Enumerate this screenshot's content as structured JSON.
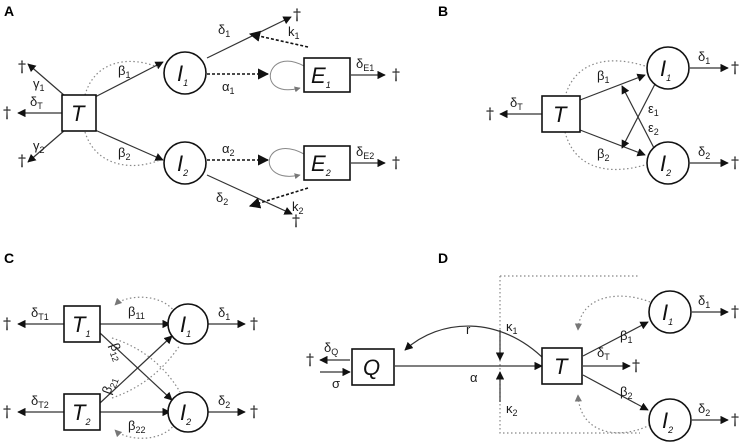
{
  "panels": [
    "A",
    "B",
    "C",
    "D"
  ],
  "death": "†",
  "A": {
    "T": "T",
    "I1": "I",
    "I1_sub": "1",
    "I2": "I",
    "I2_sub": "2",
    "E1": "E",
    "E1_sub": "1",
    "E2": "E",
    "E2_sub": "2",
    "gamma1": "γ",
    "gamma1_sub": "1",
    "gamma2": "γ",
    "gamma2_sub": "2",
    "deltaT": "δ",
    "deltaT_sub": "T",
    "beta1": "β",
    "beta1_sub": "1",
    "beta2": "β",
    "beta2_sub": "2",
    "delta1": "δ",
    "delta1_sub": "1",
    "delta2": "δ",
    "delta2_sub": "2",
    "alpha1": "α",
    "alpha1_sub": "1",
    "alpha2": "α",
    "alpha2_sub": "2",
    "k1": "k",
    "k1_sub": "1",
    "k2": "k",
    "k2_sub": "2",
    "deltaE1": "δ",
    "deltaE1_sub": "E1",
    "deltaE2": "δ",
    "deltaE2_sub": "E2"
  },
  "B": {
    "T": "T",
    "I1": "I",
    "I1_sub": "1",
    "I2": "I",
    "I2_sub": "2",
    "deltaT": "δ",
    "deltaT_sub": "T",
    "beta1": "β",
    "beta1_sub": "1",
    "beta2": "β",
    "beta2_sub": "2",
    "eps1": "ε",
    "eps1_sub": "1",
    "eps2": "ε",
    "eps2_sub": "2",
    "delta1": "δ",
    "delta1_sub": "1",
    "delta2": "δ",
    "delta2_sub": "2"
  },
  "C": {
    "T1": "T",
    "T1_sub": "1",
    "T2": "T",
    "T2_sub": "2",
    "I1": "I",
    "I1_sub": "1",
    "I2": "I",
    "I2_sub": "2",
    "deltaT1": "δ",
    "deltaT1_sub": "T1",
    "deltaT2": "δ",
    "deltaT2_sub": "T2",
    "beta11": "β",
    "beta11_sub": "11",
    "beta12": "β",
    "beta12_sub": "12",
    "beta21": "β",
    "beta21_sub": "21",
    "beta22": "β",
    "beta22_sub": "22",
    "delta1": "δ",
    "delta1_sub": "1",
    "delta2": "δ",
    "delta2_sub": "2"
  },
  "D": {
    "Q": "Q",
    "T": "T",
    "I1": "I",
    "I1_sub": "1",
    "I2": "I",
    "I2_sub": "2",
    "deltaQ": "δ",
    "deltaQ_sub": "Q",
    "sigma": "σ",
    "r": "r",
    "alpha": "α",
    "kappa1": "κ",
    "kappa1_sub": "1",
    "kappa2": "κ",
    "kappa2_sub": "2",
    "deltaT": "δ",
    "deltaT_sub": "T",
    "beta1": "β",
    "beta1_sub": "1",
    "beta2": "β",
    "beta2_sub": "2",
    "delta1": "δ",
    "delta1_sub": "1",
    "delta2": "δ",
    "delta2_sub": "2"
  }
}
